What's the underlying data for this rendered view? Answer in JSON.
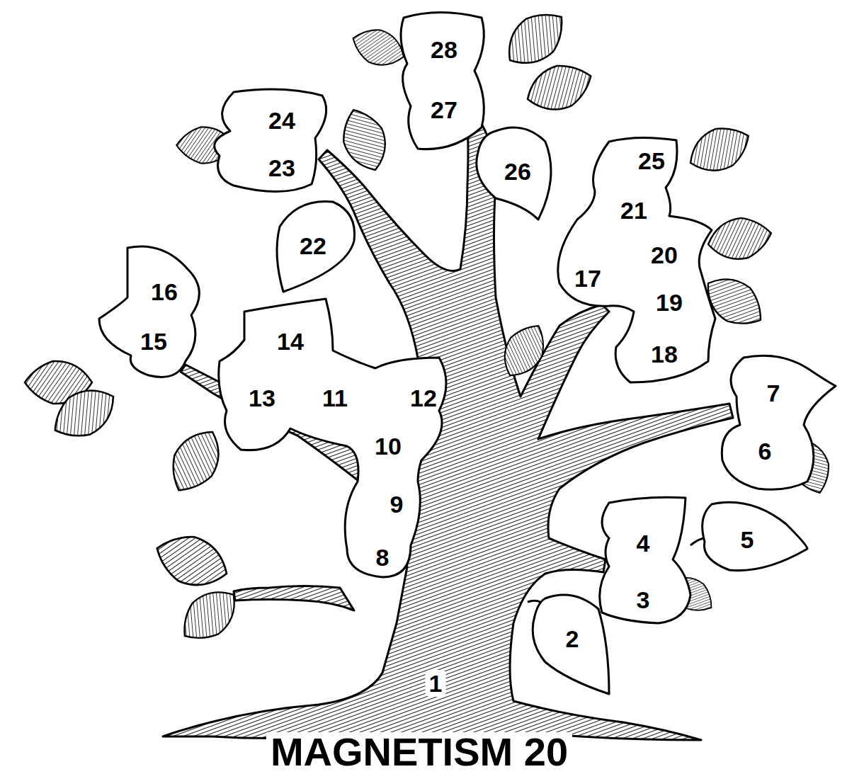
{
  "diagram": {
    "title": "MAGNETISM 20",
    "nodes": [
      {
        "text": [
          "28",
          "27"
        ]
      },
      {
        "text": [
          "24",
          "23"
        ]
      },
      {
        "text": [
          "26"
        ]
      },
      {
        "text": [
          "25",
          "21",
          "20",
          "17",
          "19",
          "18"
        ]
      },
      {
        "text": [
          "22"
        ]
      },
      {
        "text": [
          "16",
          "15"
        ]
      },
      {
        "text": [
          "14",
          "13",
          "11",
          "12",
          "10",
          "9",
          "8"
        ]
      },
      {
        "text": [
          "7",
          "6"
        ]
      },
      {
        "text": [
          "4",
          "3"
        ]
      },
      {
        "text": [
          "5"
        ]
      },
      {
        "text": [
          "2"
        ]
      }
    ],
    "labels": [
      "1"
    ]
  }
}
